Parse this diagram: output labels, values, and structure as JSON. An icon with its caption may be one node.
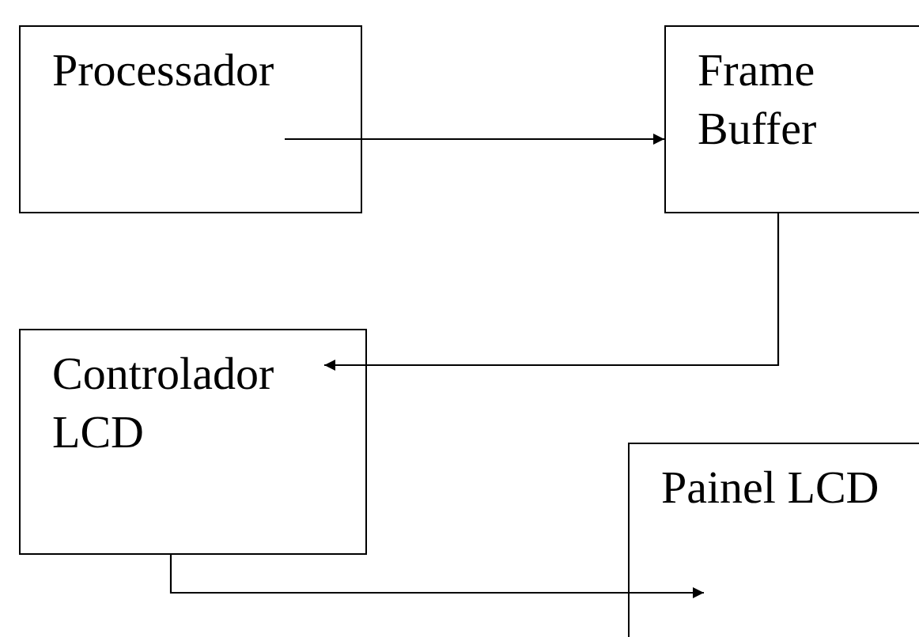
{
  "diagram": {
    "nodes": [
      {
        "text": [
          "Processador"
        ]
      },
      {
        "text": [
          "Frame Buffer"
        ]
      },
      {
        "text": [
          "Controlador LCD"
        ]
      },
      {
        "text": [
          "Painel LCD"
        ]
      }
    ],
    "edges": [
      {
        "from": 0,
        "to": 1,
        "arrow": "to"
      },
      {
        "from": 1,
        "to": 2,
        "arrow": "to"
      },
      {
        "from": 2,
        "to": 3,
        "arrow": "to"
      }
    ]
  }
}
